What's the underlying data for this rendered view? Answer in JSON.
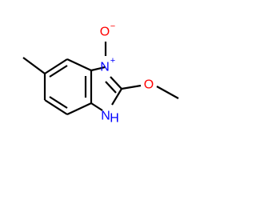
{
  "molecule": {
    "atoms": {
      "n_oxide_n": {
        "symbol": "N",
        "charge": "+",
        "color": "#0000ff"
      },
      "oxide_o": {
        "symbol": "O",
        "charge": "−",
        "color": "#ff0000"
      },
      "nh": {
        "symbol": "N",
        "hydrogen": "H",
        "color": "#0000ff"
      },
      "methoxy_o": {
        "symbol": "O",
        "color": "#ff0000"
      }
    }
  }
}
